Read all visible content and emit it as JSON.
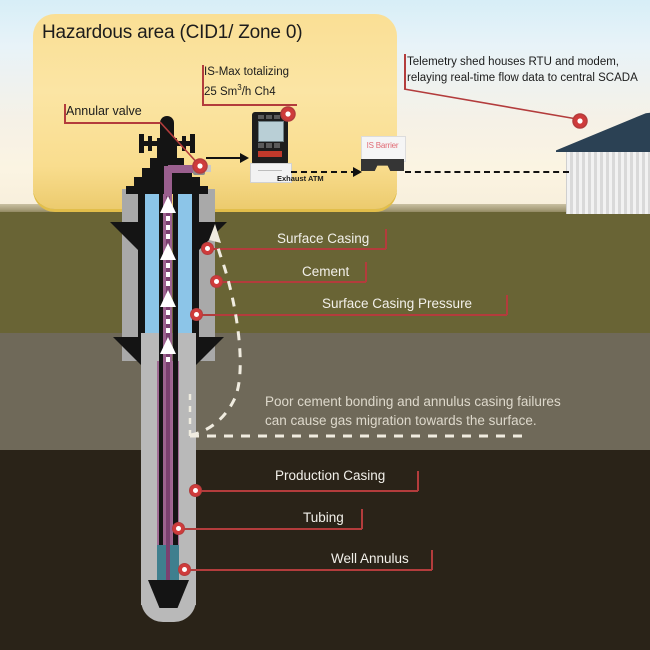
{
  "diagram": {
    "title_panel": {
      "label": "Hazardous area (CID1/ Zone 0)"
    },
    "callouts": {
      "annular_valve": "Annular valve",
      "ismax_line1": "IS-Max totalizing",
      "ismax_line2_pre": "25 Sm",
      "ismax_line2_sup": "3",
      "ismax_line2_post": "/h Ch4",
      "telemetry_line1": "Telemetry shed houses RTU and modem,",
      "telemetry_line2": "relaying real-time flow data to central SCADA",
      "exhaust": "Exhaust ATM",
      "is_barrier": "IS Barrier",
      "surface_casing": "Surface Casing",
      "cement": "Cement",
      "surface_casing_pressure": "Surface Casing Pressure",
      "production_casing": "Production Casing",
      "tubing": "Tubing",
      "well_annulus": "Well Annulus"
    },
    "gas_migration": {
      "line1": "Poor cement bonding and annulus casing failures",
      "line2": "can cause gas migration towards the surface."
    },
    "colors": {
      "hazard_panel": "#fadf95",
      "lead_line": "#b33c3c",
      "node_fill": "#cf3b3b",
      "topsoil": "#696435",
      "mid_layer": "#6f6959",
      "deep_layer": "#2a2318",
      "annulus_fluid": "#8cc5e8",
      "tubing": "#9a5f8e",
      "casing_grey": "#b9b9b9",
      "casing_black": "#141414",
      "shed_roof": "#2b4154",
      "meter_screen": "#b9cfd6",
      "is_barrier_text": "#e06a74",
      "gas_text": "#ded9cc"
    }
  }
}
